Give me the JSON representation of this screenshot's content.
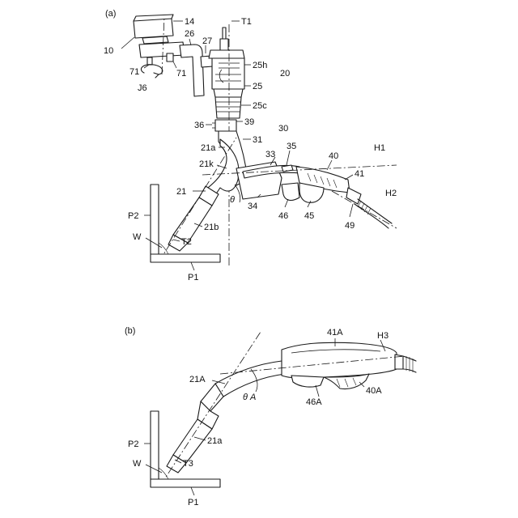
{
  "panel_a": {
    "label": "(a)",
    "refs": {
      "r10": "10",
      "r14": "14",
      "r26": "26",
      "r27": "27",
      "rT1": "T1",
      "r71a": "71",
      "r71b": "71",
      "rJ6": "J6",
      "r25h": "25h",
      "r20": "20",
      "r25": "25",
      "r25c": "25c",
      "r36": "36",
      "r39": "39",
      "r30": "30",
      "r21a": "21a",
      "r31": "31",
      "r35": "35",
      "r33": "33",
      "r40": "40",
      "rH1": "H1",
      "r21k": "21k",
      "r41": "41",
      "r21": "21",
      "rtheta": "θ",
      "r34": "34",
      "rH2": "H2",
      "r46": "46",
      "r45": "45",
      "r49": "49",
      "rP2": "P2",
      "r21b": "21b",
      "rW": "W",
      "rT2": "T2",
      "rP1": "P1"
    }
  },
  "panel_b": {
    "label": "(b)",
    "refs": {
      "r41A": "41A",
      "rH3": "H3",
      "r21A": "21A",
      "rthetaA": "θ A",
      "r46A": "46A",
      "r40A": "40A",
      "rP2": "P2",
      "r21a": "21a",
      "rW": "W",
      "rT3": "T3",
      "rP1": "P1"
    }
  }
}
